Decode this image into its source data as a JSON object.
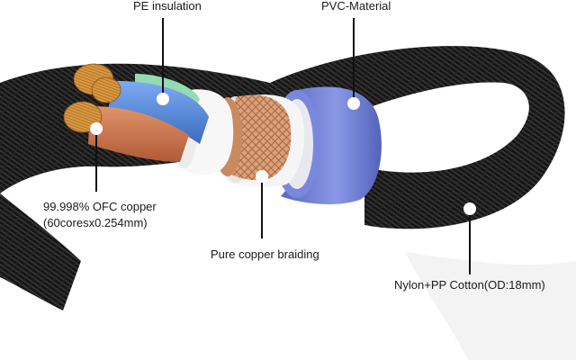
{
  "labels": {
    "pe_insulation": "PE insulation",
    "pvc_material": "PVC-Material",
    "ofc_copper_line1": "99.998% OFC copper",
    "ofc_copper_line2": "(60coresx0.254mm)",
    "copper_braiding": "Pure copper braiding",
    "jacket": "Nylon+PP Cotton(OD:18mm)"
  },
  "colors": {
    "jacket": "#141414",
    "pvc_ring": "#6f7fd6",
    "copper_braid": "#d9a07a",
    "copper_wire": "#d4903a",
    "white_wrap": "#f1f1f1",
    "core_blue": "#4f84d6",
    "core_orange": "#c9724a",
    "core_green": "#8fd6b0",
    "leader_line": "#111111"
  }
}
